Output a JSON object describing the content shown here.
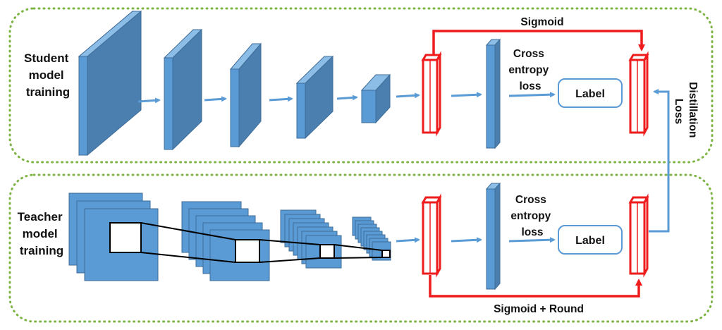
{
  "student": {
    "title_lines": [
      "Student",
      "model",
      "training"
    ],
    "sigmoid_label": "Sigmoid",
    "ce_lines": [
      "Cross",
      "entropy",
      "loss"
    ],
    "label_box": "Label"
  },
  "teacher": {
    "title_lines": [
      "Teacher",
      "model",
      "training"
    ],
    "sigmoid_label": "Sigmoid + Round",
    "ce_lines": [
      "Cross",
      "entropy",
      "loss"
    ],
    "label_box": "Label"
  },
  "distillation_lines": [
    "Distillation",
    "Loss"
  ],
  "colors": {
    "block_front": "#5b9bd5",
    "block_side": "#4a7fb0",
    "block_top": "#8cbde6",
    "block_edge": "#3e6d99",
    "arrow": "#5b9bd5",
    "red": "#ee1c1c",
    "dotted": "#7cb342",
    "label_border": "#5b9bd5"
  }
}
